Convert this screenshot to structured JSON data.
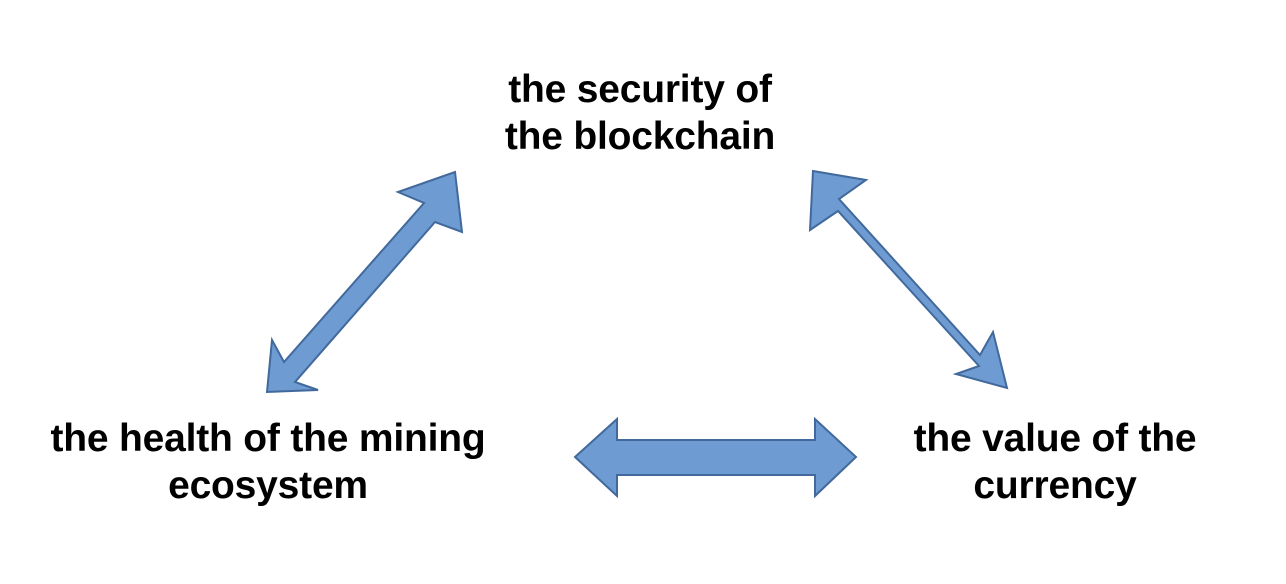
{
  "diagram": {
    "type": "triangular-relationship-diagram",
    "background_color": "#ffffff",
    "text_color": "#000000",
    "arrow_fill_color": "#6E9BD1",
    "arrow_stroke_color": "#41699C",
    "nodes": [
      {
        "id": "security",
        "label": "the security of\nthe blockchain",
        "position": "top-center"
      },
      {
        "id": "mining",
        "label": "the health of the mining\necosystem",
        "position": "bottom-left"
      },
      {
        "id": "currency",
        "label": "the value of the\ncurrency",
        "position": "bottom-right"
      }
    ],
    "connections": [
      {
        "id": "mining-security",
        "from": "mining",
        "to": "security",
        "style": "double-headed",
        "orientation": "diagonal-up-right"
      },
      {
        "id": "security-currency",
        "from": "security",
        "to": "currency",
        "style": "double-headed",
        "orientation": "diagonal-down-right"
      },
      {
        "id": "mining-currency",
        "from": "mining",
        "to": "currency",
        "style": "double-headed",
        "orientation": "horizontal"
      }
    ]
  }
}
